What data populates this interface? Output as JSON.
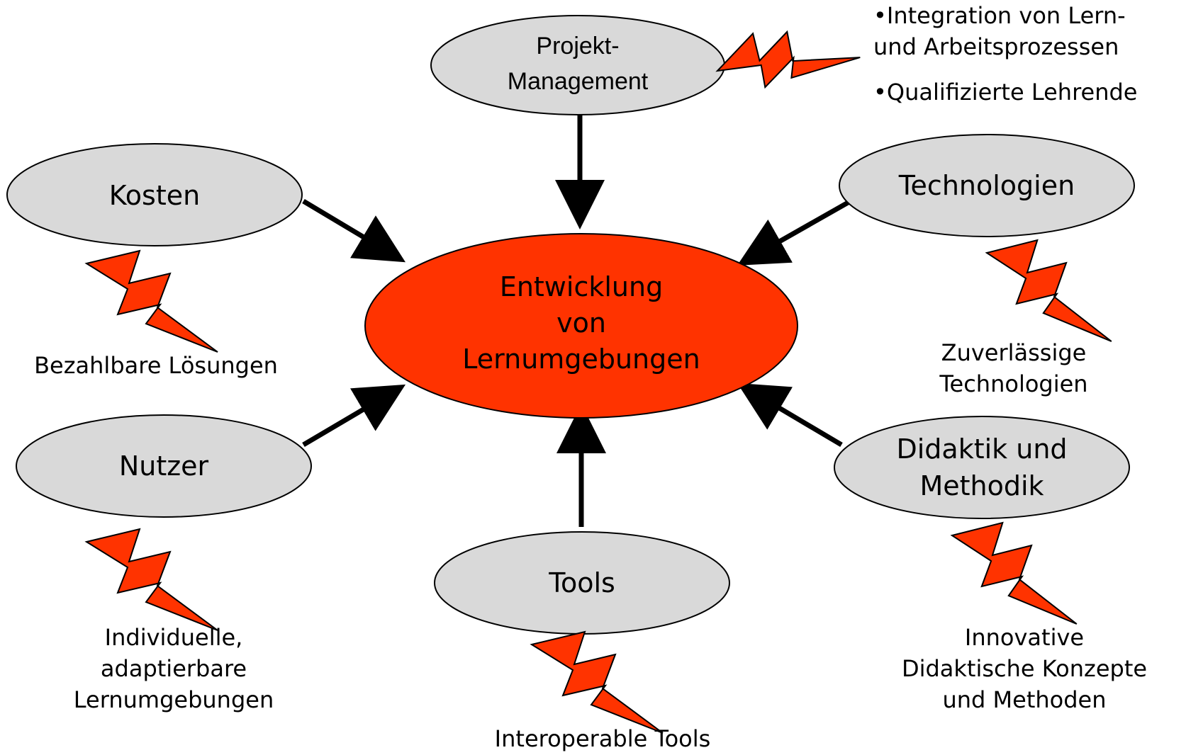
{
  "colors": {
    "node_fill": "#d9d9d9",
    "center_fill": "#ff3300",
    "lightning_fill": "#ff3300",
    "arrow": "#000000",
    "stroke": "#000000"
  },
  "center": {
    "lines": [
      "Entwicklung",
      "von",
      "Lernumgebungen"
    ]
  },
  "nodes": {
    "projekt": {
      "lines": [
        "Projekt-",
        "Management"
      ]
    },
    "kosten": {
      "label": "Kosten"
    },
    "technologien": {
      "label": "Technologien"
    },
    "nutzer": {
      "label": "Nutzer"
    },
    "didaktik": {
      "lines": [
        "Didaktik und",
        "Methodik"
      ]
    },
    "tools": {
      "label": "Tools"
    }
  },
  "outcomes": {
    "kosten": "Bezahlbare Lösungen",
    "technologien": [
      "Zuverlässige",
      "Technologien"
    ],
    "nutzer": [
      "Individuelle,",
      "adaptierbare",
      "Lernumgebungen"
    ],
    "didaktik": [
      "Innovative",
      "Didaktische Konzepte",
      "und Methoden"
    ],
    "tools": "Interoperable Tools"
  },
  "projekt_bullets": [
    "•Integration von Lern-",
    "und Arbeitsprozessen",
    "•Qualifizierte Lehrende"
  ],
  "icons": [
    "lightning-icon"
  ]
}
